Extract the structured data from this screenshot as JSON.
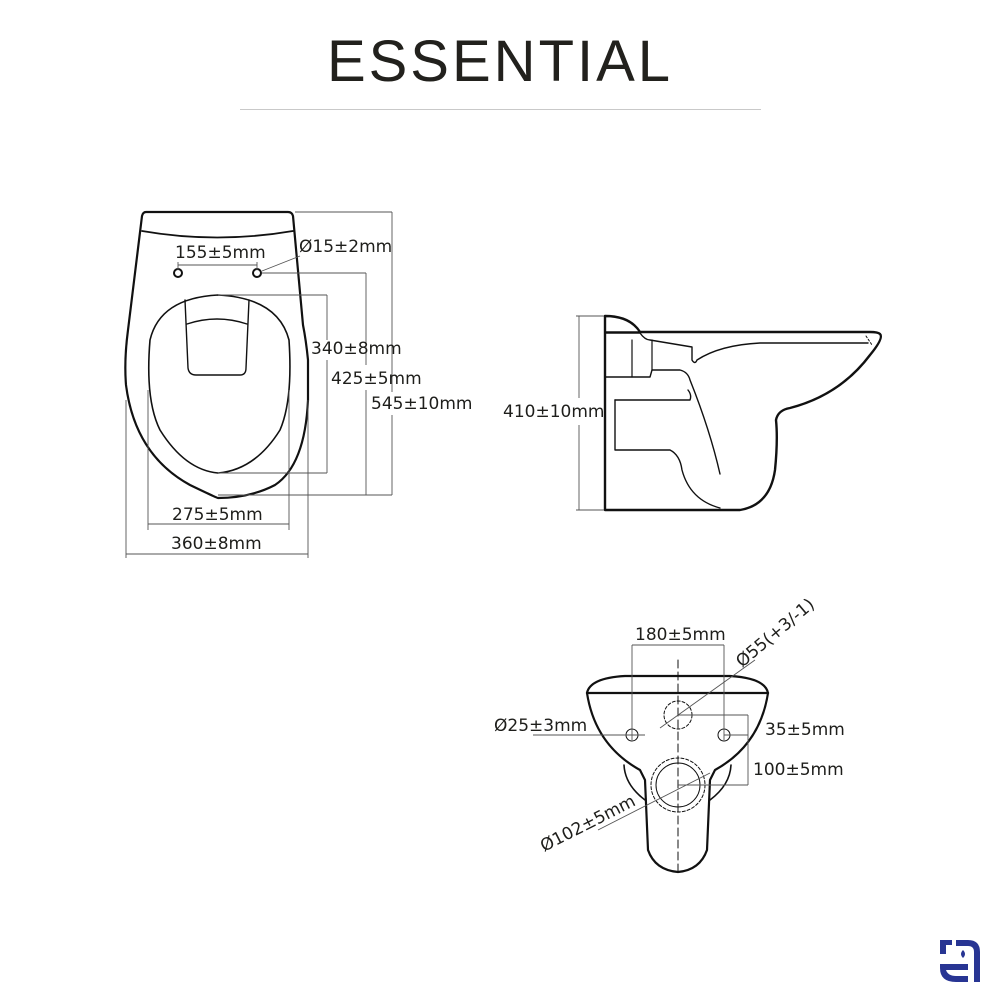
{
  "header": {
    "title": "ESSENTIAL"
  },
  "colors": {
    "line": "#111111",
    "dimension_line": "#555555",
    "text": "#1e1e1b",
    "divider": "#c9c9c9",
    "logo": "#283593"
  },
  "top_view": {
    "hole_spacing": "155±5mm",
    "hole_diameter": "Ø15±2mm",
    "bowl_length": "340±8mm",
    "hole_to_front": "425±5mm",
    "total_length": "545±10mm",
    "bowl_width": "275±5mm",
    "total_width": "360±8mm"
  },
  "side_view": {
    "height": "410±10mm"
  },
  "back_view": {
    "bolt_spacing": "180±5mm",
    "inlet_diameter": "Ø55(+3/-1)",
    "bolt_diameter": "Ø25±3mm",
    "inlet_offset": "35±5mm",
    "outlet_offset": "100±5mm",
    "outlet_diameter": "Ø102±5mm"
  },
  "logo": {
    "icon": "brand-logo-icon"
  }
}
